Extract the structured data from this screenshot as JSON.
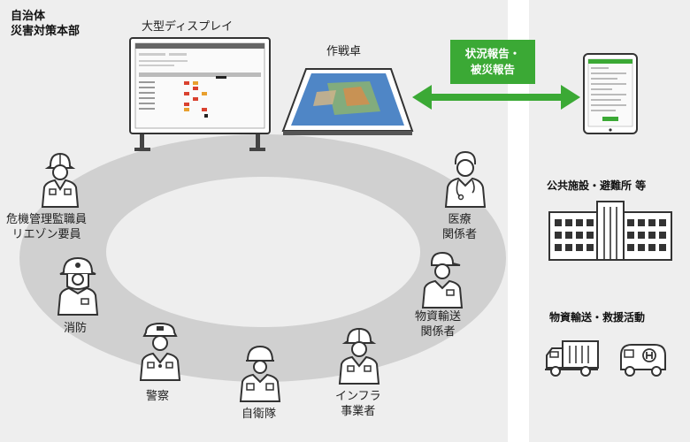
{
  "hq": {
    "line1": "自治体",
    "line2": "災害対策本部"
  },
  "display": {
    "title": "大型ディスプレイ"
  },
  "table": {
    "title": "作戦卓"
  },
  "reports": {
    "line1": "状況報告・",
    "line2": "被災報告"
  },
  "roles": {
    "crisis": {
      "line1": "危機管理監職員",
      "line2": "リエゾン要員"
    },
    "fire": {
      "line1": "消防"
    },
    "police": {
      "line1": "警察"
    },
    "sdf": {
      "line1": "自衛隊"
    },
    "infra": {
      "line1": "インフラ",
      "line2": "事業者"
    },
    "logistics": {
      "line1": "物資輸送",
      "line2": "関係者"
    },
    "medical": {
      "line1": "医療",
      "line2": "関係者"
    }
  },
  "right": {
    "facilities": "公共施設・避難所 等",
    "transport": "物資輸送・救援活動"
  },
  "colors": {
    "accent": "#3ba935",
    "panel": "#eeeeee",
    "ring": "#d0d0d0",
    "line": "#333333"
  }
}
